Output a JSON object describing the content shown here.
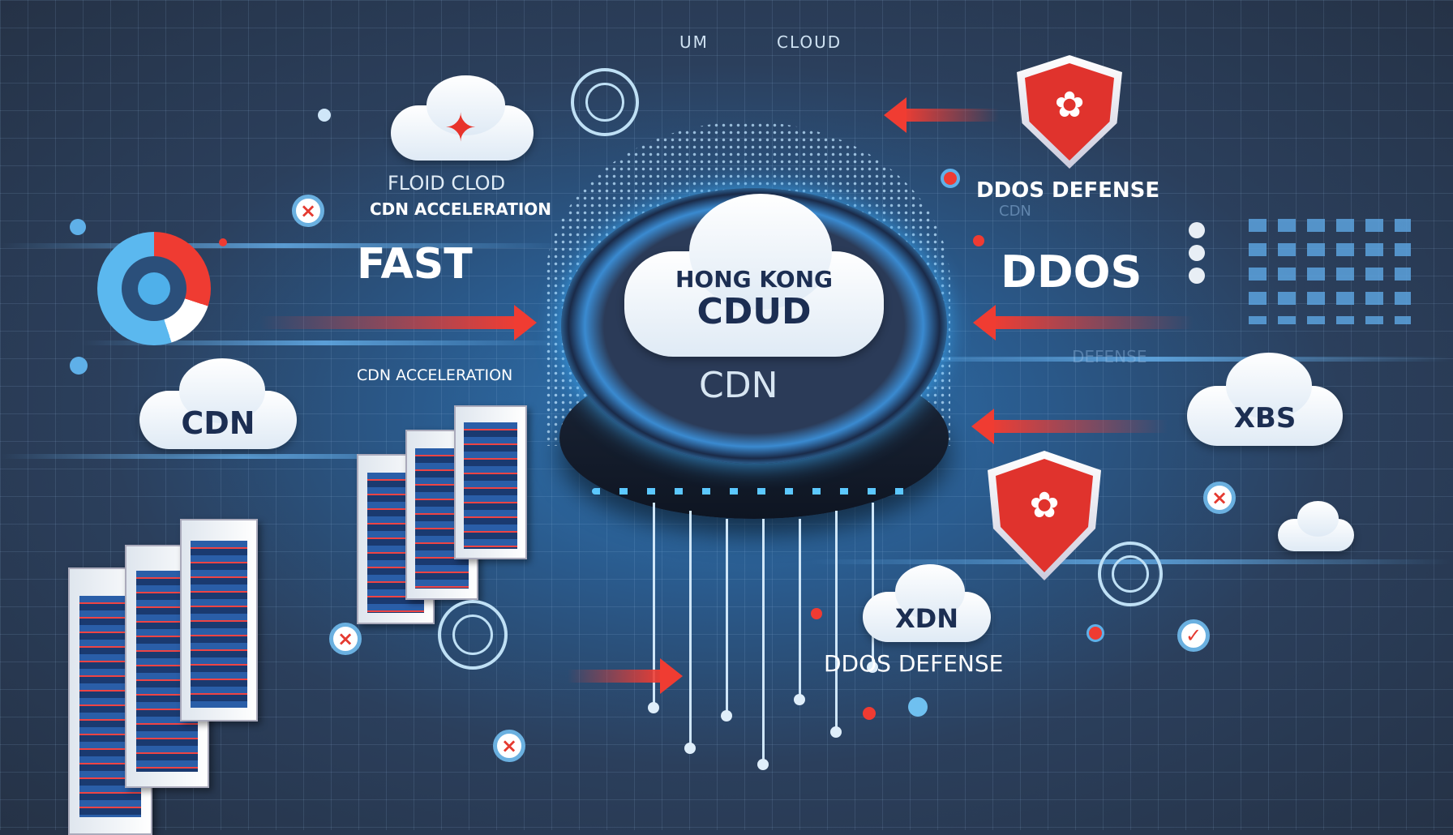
{
  "header": {
    "left": "UM",
    "right": "CLOUD"
  },
  "left": {
    "title_line1": "FLOID CLOD",
    "title_line2": "CDN ACCELERATION",
    "fast": "FAST",
    "accel": "CDN ACCELERATION",
    "cdn_cloud": "CDN"
  },
  "center": {
    "line1": "HONG KONG",
    "line2": "CDUD",
    "line3": "CDN"
  },
  "right": {
    "ddos_defense": "DDOS DEFENSE",
    "faint_cdn": "CDN",
    "ddos": "DDOS",
    "faint_defense": "DEFENSE",
    "xbs_cloud": "XBS"
  },
  "bottom": {
    "xdn_cloud": "XDN",
    "ddos_defense": "DDOS DEFENSE"
  },
  "colors": {
    "accent_red": "#f03c32",
    "accent_blue": "#3aa0e8",
    "navy": "#1c2e52"
  },
  "icons": [
    "cloud-star-icon",
    "ship-wheel-icon",
    "shield-bauhinia-icon",
    "close-icon",
    "pie-chart-icon",
    "server-rack-icon",
    "check-icon"
  ]
}
